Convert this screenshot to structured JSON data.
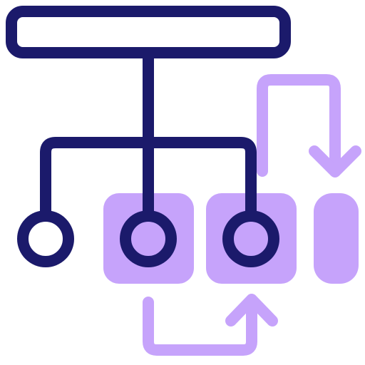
{
  "colors": {
    "primary": "#1b1a6b",
    "accent": "#c6a3fb",
    "background": "#ffffff",
    "node_fill": "#ffffff"
  },
  "icon": {
    "name": "hierarchy-workflow-icon"
  },
  "nodes": [
    {
      "id": "root-bar",
      "kind": "header-bar"
    },
    {
      "id": "leaf-1",
      "kind": "circle",
      "fill": "white"
    },
    {
      "id": "leaf-2",
      "kind": "circle-in-box"
    },
    {
      "id": "leaf-3",
      "kind": "circle-in-box"
    },
    {
      "id": "slot",
      "kind": "empty-slot"
    }
  ],
  "arrows": [
    {
      "from": "leaf-2",
      "to": "leaf-3",
      "direction": "up"
    },
    {
      "from": "leaf-3",
      "to": "slot",
      "direction": "down"
    }
  ]
}
